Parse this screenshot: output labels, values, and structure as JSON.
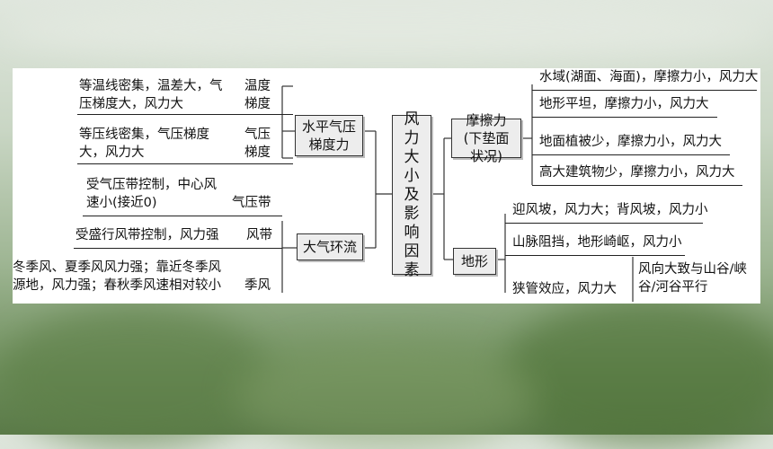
{
  "center": "风力大小及影响因素",
  "left": {
    "hpg": {
      "label": "水平气压梯度力",
      "groups": [
        {
          "tag": "温度梯度",
          "text": "等温线密集，温差大，气压梯度大，风力大"
        },
        {
          "tag": "气压梯度",
          "text": "等压线密集，气压梯度大，风力大"
        }
      ]
    },
    "circ": {
      "label": "大气环流",
      "groups": [
        {
          "tag": "气压带",
          "text": "受气压带控制，中心风速小(接近0)"
        },
        {
          "tag": "风带",
          "text": "受盛行风带控制，风力强"
        },
        {
          "tag": "季风",
          "text": "冬季风、夏季风风力强；靠近冬季风源地，风力强；春秋季风速相对较小"
        }
      ]
    }
  },
  "right": {
    "friction": {
      "label": "摩擦力(下垫面状况)",
      "items": [
        "水域(湖面、海面)，摩擦力小，风力大",
        "地形平坦，摩擦力小，风力大",
        "地面植被少，摩擦力小，风力大",
        "高大建筑物少，摩擦力小，风力大"
      ]
    },
    "terrain": {
      "label": "地形",
      "items": [
        "迎风坡，风力大；背风坡，风力小",
        "山脉阻挡，地形崎岖，风力小"
      ],
      "narrow": {
        "text": "狭管效应，风力大",
        "note": "风向大致与山谷/峡谷/河谷平行"
      }
    }
  }
}
